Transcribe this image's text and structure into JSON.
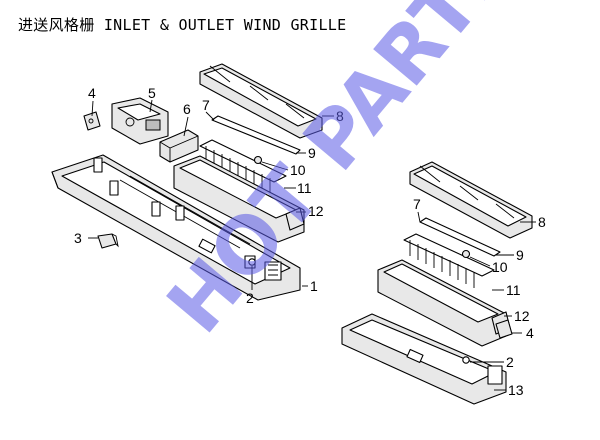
{
  "title": "进送风格栅 INLET & OUTLET WIND GRILLE",
  "watermark": "HOT PARTS",
  "callouts": {
    "left": {
      "c1": "1",
      "c2": "2",
      "c3": "3",
      "c4": "4",
      "c5": "5",
      "c6": "6",
      "c7": "7",
      "c8": "8",
      "c9": "9",
      "c10": "10",
      "c11": "11",
      "c12": "12"
    },
    "right": {
      "c2": "2",
      "c4": "4",
      "c7": "7",
      "c8": "8",
      "c9": "9",
      "c10": "10",
      "c11": "11",
      "c12": "12",
      "c13": "13"
    }
  },
  "colors": {
    "line": "#000000",
    "watermark": "#5a5ae6",
    "background": "#ffffff"
  }
}
